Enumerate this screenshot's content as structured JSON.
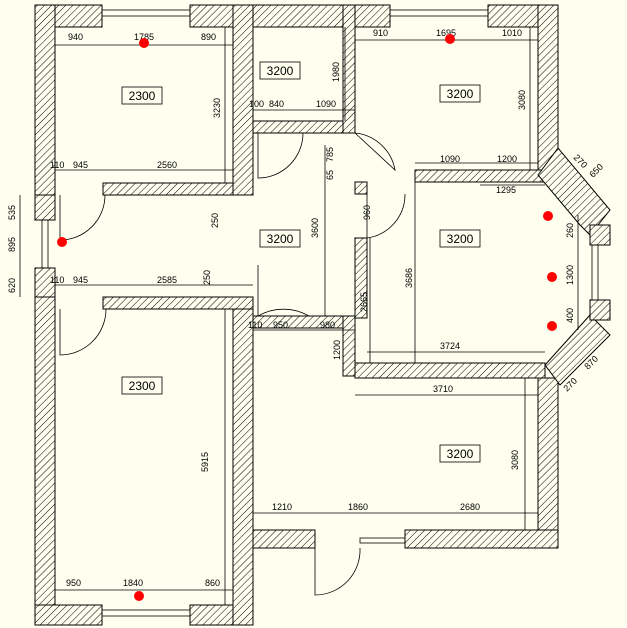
{
  "colors": {
    "background": "#fffff0",
    "walls": "#000000",
    "marker": "#ff0000"
  },
  "rooms": [
    {
      "id": "room-top-left",
      "height_label": "2300"
    },
    {
      "id": "room-small-top",
      "height_label": "3200"
    },
    {
      "id": "room-top-right",
      "height_label": "3200"
    },
    {
      "id": "room-hall",
      "height_label": "3200"
    },
    {
      "id": "room-right-middle",
      "height_label": "3200"
    },
    {
      "id": "room-bottom-left",
      "height_label": "2300"
    },
    {
      "id": "room-bottom-right",
      "height_label": "3200"
    }
  ],
  "dimensions": {
    "tl_940": "940",
    "tl_1785": "1785",
    "tl_890": "890",
    "tl_3230": "3230",
    "tl_110": "110",
    "tl_945": "945",
    "tl_2560": "2560",
    "st_1980": "1980",
    "st_100": "100",
    "st_840": "840",
    "st_1090": "1090",
    "tr_910": "910",
    "tr_1695": "1695",
    "tr_1010": "1010",
    "tr_3080": "3080",
    "tr_1090": "1090",
    "tr_1200": "1200",
    "c_65": "65",
    "c_785": "785",
    "c_250a": "250",
    "c_3600": "3600",
    "c_960": "960",
    "l_535": "535",
    "l_895": "895",
    "l_620": "620",
    "ml_110": "110",
    "ml_945": "945",
    "ml_2585": "2585",
    "ml_250": "250",
    "rm_1295": "1295",
    "rm_270": "270",
    "rm_650": "650",
    "rm_260": "260",
    "rm_1300": "1300",
    "rm_400": "400",
    "rm_870": "870",
    "rm_270b": "270",
    "rm_3686": "3686",
    "rm_2665": "2665",
    "rm_3724": "3724",
    "h_110": "110",
    "h_950": "950",
    "h_980": "980",
    "h_1200": "1200",
    "bl_5915": "5915",
    "bl_950": "950",
    "bl_1840": "1840",
    "bl_860": "860",
    "br_3710": "3710",
    "br_3080": "3080",
    "br_1210": "1210",
    "br_1860": "1860",
    "br_2680": "2680"
  }
}
